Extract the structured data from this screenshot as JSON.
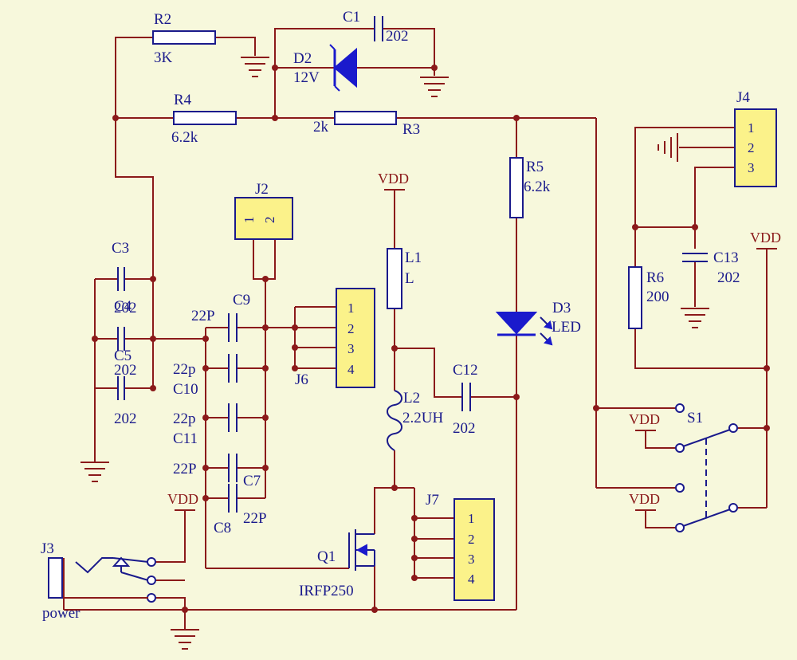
{
  "components": {
    "r2": {
      "ref": "R2",
      "value": "3K"
    },
    "r4": {
      "ref": "R4",
      "value": "6.2k"
    },
    "r3": {
      "ref": "R3",
      "value": "2k"
    },
    "r5": {
      "ref": "R5",
      "value": "6.2k"
    },
    "r6": {
      "ref": "R6",
      "value": "200"
    },
    "c1": {
      "ref": "C1",
      "value": "202"
    },
    "c3": {
      "ref": "C3",
      "value": "202"
    },
    "c4": {
      "ref": "C4"
    },
    "c5": {
      "ref": "C5",
      "value": "202"
    },
    "c7": {
      "ref": "C7",
      "value": "22P"
    },
    "c8": {
      "ref": "C8",
      "value": "22P"
    },
    "c9": {
      "ref": "C9",
      "value": "22P"
    },
    "c10": {
      "ref": "C10",
      "value": "22p"
    },
    "c11": {
      "ref": "C11",
      "value": "22p"
    },
    "c12": {
      "ref": "C12",
      "value": "202"
    },
    "c13": {
      "ref": "C13",
      "value": "202"
    },
    "d2": {
      "ref": "D2",
      "value": "12V"
    },
    "d3": {
      "ref": "D3",
      "value": "LED"
    },
    "l1": {
      "ref": "L1",
      "value": "L"
    },
    "l2": {
      "ref": "L2",
      "value": "2.2UH"
    },
    "q1": {
      "ref": "Q1",
      "value": "IRFP250"
    },
    "s1": {
      "ref": "S1"
    },
    "j2": {
      "ref": "J2",
      "pins": [
        "1",
        "2"
      ]
    },
    "j3": {
      "ref": "J3",
      "value": "power"
    },
    "j4": {
      "ref": "J4",
      "pins": [
        "1",
        "2",
        "3"
      ]
    },
    "j6": {
      "ref": "J6",
      "pins": [
        "1",
        "2",
        "3",
        "4"
      ]
    },
    "j7": {
      "ref": "J7",
      "pins": [
        "1",
        "2",
        "3",
        "4"
      ]
    }
  },
  "supply_label": "VDD",
  "colors": {
    "background": "#f7f8dc",
    "wire": "#8b1a1a",
    "component": "#1a1a8c",
    "diode": "#1a1acc",
    "header": "#fbf28a"
  }
}
